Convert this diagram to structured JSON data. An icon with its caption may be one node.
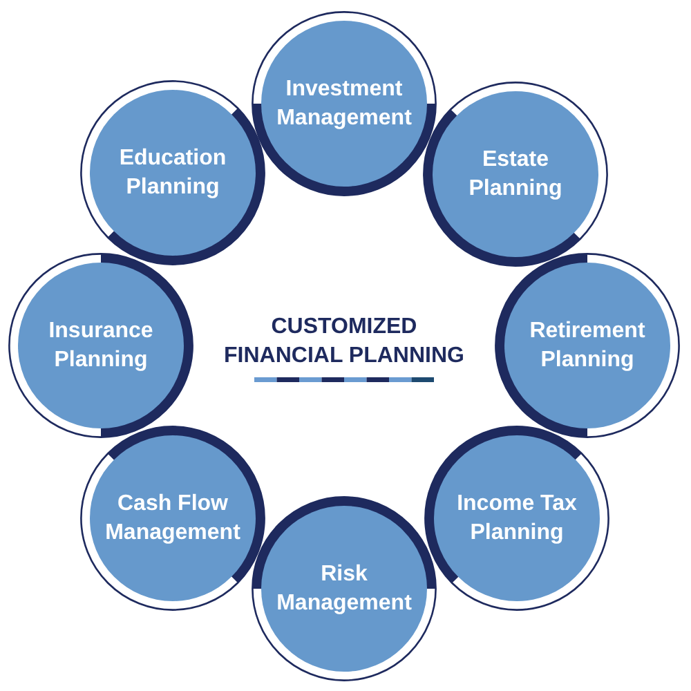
{
  "diagram": {
    "title": "CUSTOMIZED FINANCIAL PLANNING",
    "nodes": [
      {
        "text": [
          "Investment Management"
        ]
      },
      {
        "text": [
          "Estate Planning"
        ]
      },
      {
        "text": [
          "Retirement Planning"
        ]
      },
      {
        "text": [
          "Income Tax Planning"
        ]
      },
      {
        "text": [
          "Risk Management"
        ]
      },
      {
        "text": [
          "Cash Flow Management"
        ]
      },
      {
        "text": [
          "Insurance Planning"
        ]
      },
      {
        "text": [
          "Education Planning"
        ]
      }
    ]
  }
}
